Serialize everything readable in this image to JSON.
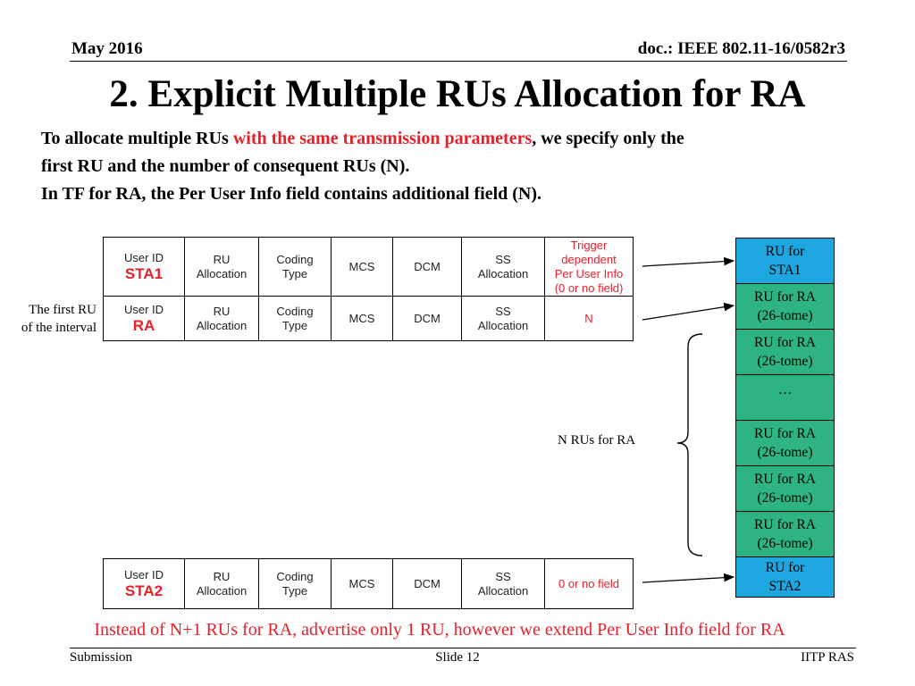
{
  "header": {
    "date": "May 2016",
    "doc": "doc.: IEEE 802.11-16/0582r3"
  },
  "title": "2. Explicit Multiple RUs Allocation for RA",
  "intro": {
    "line1_a": "To allocate multiple RUs ",
    "line1_highlight": "with the same transmission parameters",
    "line1_b": ", we specify only the",
    "line2": "first RU and the number of consequent RUs (N).",
    "line3": "In TF for RA, the Per User Info field contains additional field (N)."
  },
  "side_note": {
    "line1": "The first RU",
    "line2": "of the interval"
  },
  "table_top": {
    "row1": {
      "user_id": "User ID",
      "user_name": "STA1",
      "ru_alloc_1": "RU",
      "ru_alloc_2": "Allocation",
      "coding_1": "Coding",
      "coding_2": "Type",
      "mcs": "MCS",
      "dcm": "DCM",
      "ss_1": "SS",
      "ss_2": "Allocation",
      "trigger_1": "Trigger",
      "trigger_2": "dependent",
      "trigger_3": "Per User Info",
      "trigger_4": "(0 or no field)"
    },
    "row2": {
      "user_id": "User ID",
      "user_name": "RA",
      "ru_alloc_1": "RU",
      "ru_alloc_2": "Allocation",
      "coding_1": "Coding",
      "coding_2": "Type",
      "mcs": "MCS",
      "dcm": "DCM",
      "ss_1": "SS",
      "ss_2": "Allocation",
      "last": "N"
    }
  },
  "table_bottom": {
    "row1": {
      "user_id": "User ID",
      "user_name": "STA2",
      "ru_alloc_1": "RU",
      "ru_alloc_2": "Allocation",
      "coding_1": "Coding",
      "coding_2": "Type",
      "mcs": "MCS",
      "dcm": "DCM",
      "ss_1": "SS",
      "ss_2": "Allocation",
      "last": "0 or no field"
    }
  },
  "ru_stack": [
    {
      "line1": "RU for",
      "line2": "STA1",
      "color": "#1ea6e0"
    },
    {
      "line1": "RU for RA",
      "line2": "(26-tome)",
      "color": "#2eb383"
    },
    {
      "line1": "RU for RA",
      "line2": "(26-tome)",
      "color": "#2eb383"
    },
    {
      "line1": "…",
      "line2": "",
      "color": "#2eb383"
    },
    {
      "line1": "RU for RA",
      "line2": "(26-tome)",
      "color": "#2eb383"
    },
    {
      "line1": "RU for RA",
      "line2": "(26-tome)",
      "color": "#2eb383"
    },
    {
      "line1": "RU for RA",
      "line2": "(26-tome)",
      "color": "#2eb383"
    },
    {
      "line1": "RU for",
      "line2": "STA2",
      "color": "#1ea6e0"
    }
  ],
  "n_rus_label": "N RUs for RA",
  "bottom_note": "Instead of N+1 RUs for RA, advertise only 1 RU, however we extend Per User Info field for RA",
  "footer": {
    "left": "Submission",
    "center": "Slide 12",
    "right": "IITP RAS"
  }
}
